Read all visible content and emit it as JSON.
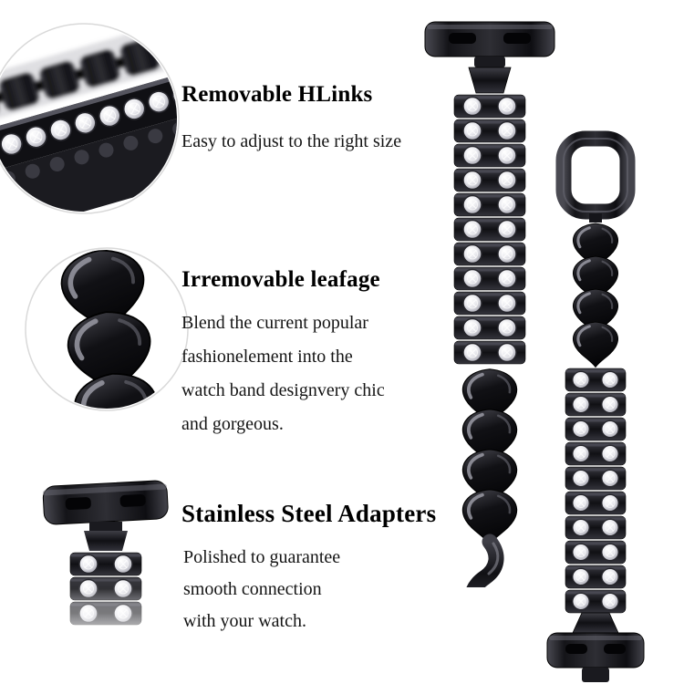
{
  "page": {
    "title": "Rhinestone watch band feature infographic",
    "background": "#ffffff"
  },
  "callouts": [
    {
      "title": "Removable HLinks",
      "lines": [
        "Easy to adjust to the right size"
      ]
    },
    {
      "title": "Irremovable leafage",
      "lines": [
        "Blend the current popular",
        "fashionelement into the",
        "watch band designvery chic",
        "and gorgeous."
      ]
    },
    {
      "title": "Stainless Steel Adapters",
      "lines": [
        "Polished to guarantee",
        "smooth connection",
        "with your watch."
      ]
    }
  ],
  "images": {
    "hlinks_closeup": "removable-h-links-closeup",
    "leafage_closeup": "irremovable-leafage-closeup",
    "adapter_closeup": "stainless-steel-adapter-closeup",
    "band_front": "watch-band-front-view-adapter-top",
    "band_back": "watch-band-back-view-buckle-top"
  },
  "colors": {
    "background": "#ffffff",
    "heading_text": "#000000",
    "body_text": "#141414",
    "metal_dark": "#101014",
    "metal_light": "#4a4a52",
    "rhinestone": "#e9e9ee",
    "circle_border": "#d9d9d9"
  }
}
